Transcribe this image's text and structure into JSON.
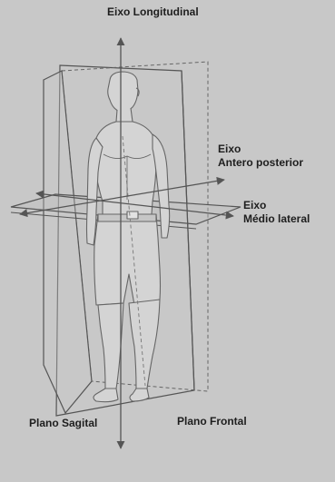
{
  "labels": {
    "longitudinal_axis": "Eixo Longitudinal",
    "anteroposterior_axis_line1": "Eixo",
    "anteroposterior_axis_line2": "Antero posterior",
    "mediolateral_axis_line1": "Eixo",
    "mediolateral_axis_line2": "Médio lateral",
    "sagittal_plane": "Plano Sagital",
    "frontal_plane": "Plano Frontal"
  },
  "colors": {
    "background": "#c8c8c8",
    "line": "#555555",
    "text": "#1e1e1e"
  }
}
